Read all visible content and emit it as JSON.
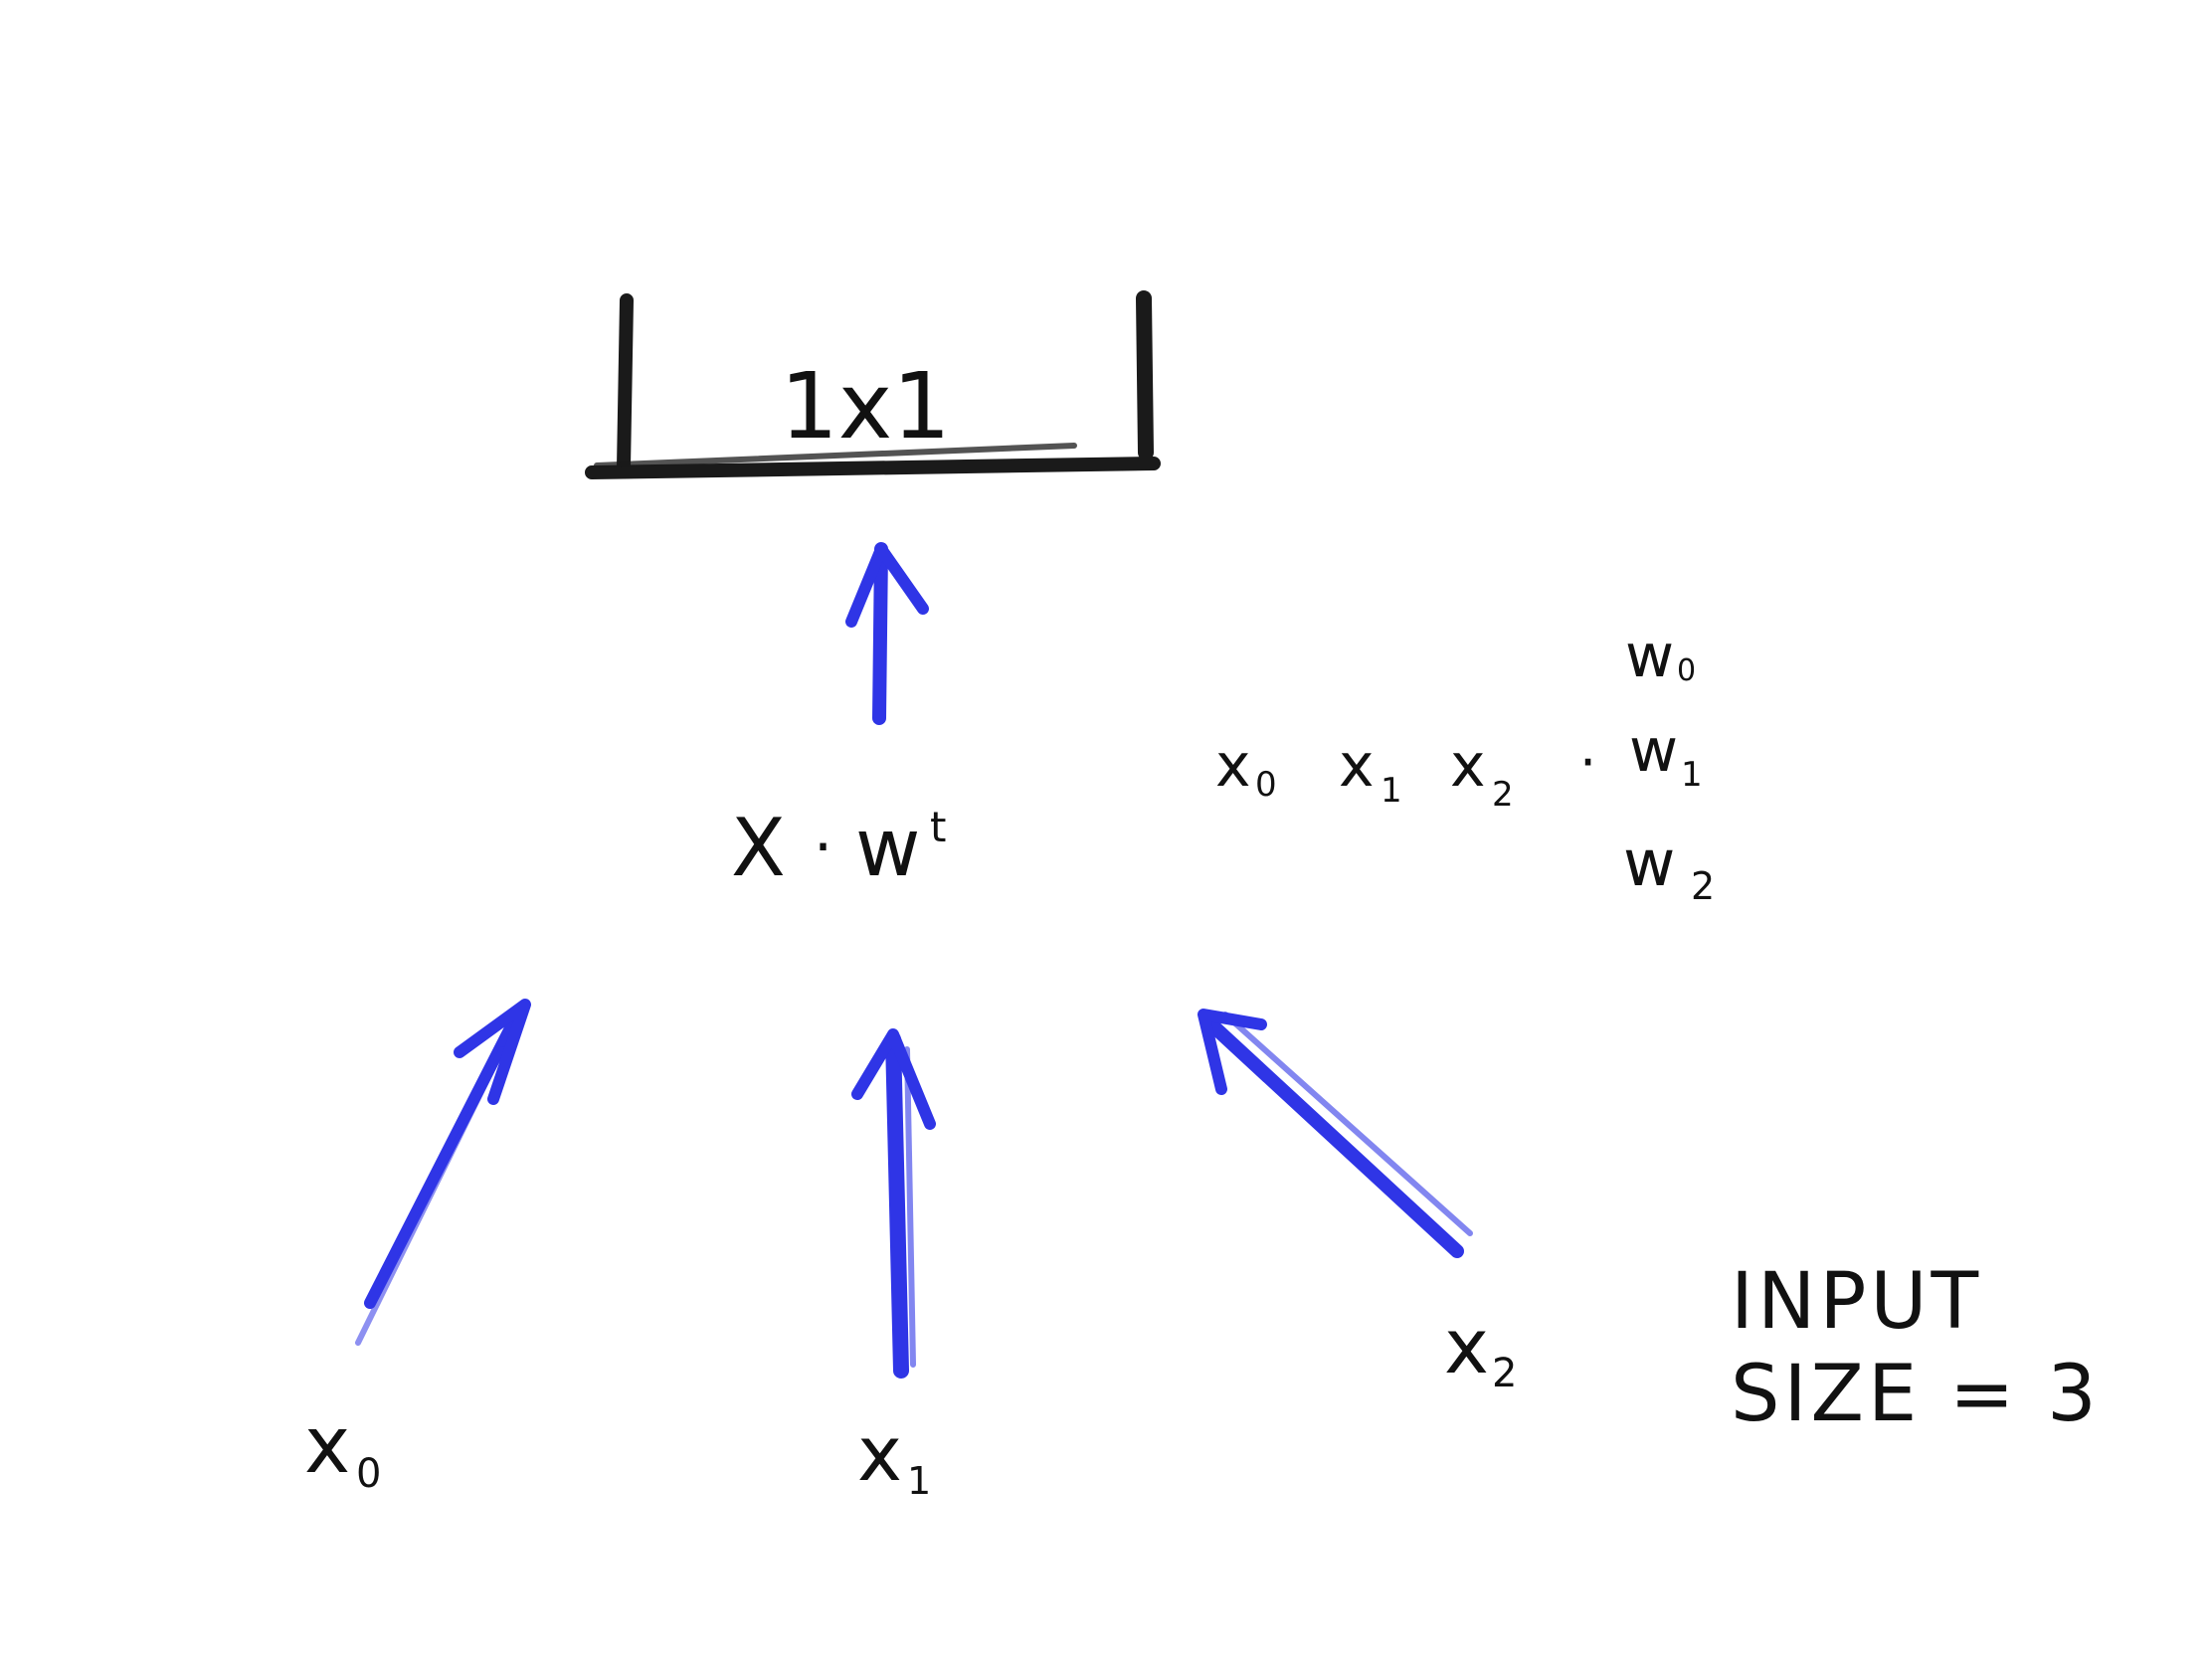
{
  "output_box": {
    "label": "1x1"
  },
  "operation": {
    "base": "X",
    "dot": "·",
    "weight": "w",
    "superscript": "t"
  },
  "expansion": {
    "row_vector": [
      {
        "base": "x",
        "sub": "0"
      },
      {
        "base": "x",
        "sub": "1"
      },
      {
        "base": "x",
        "sub": "2"
      }
    ],
    "dot": "·",
    "column_vector": [
      {
        "base": "w",
        "sub": "0"
      },
      {
        "base": "w",
        "sub": "1"
      },
      {
        "base": "w",
        "sub": "2"
      }
    ]
  },
  "inputs": [
    {
      "base": "x",
      "sub": "0"
    },
    {
      "base": "x",
      "sub": "1"
    },
    {
      "base": "x",
      "sub": "2"
    }
  ],
  "note": {
    "line1": "INPUT",
    "line2": "SIZE = 3"
  },
  "colors": {
    "ink": "#1a1a1a",
    "arrow": "#2f35e6",
    "background": "#ffffff"
  }
}
